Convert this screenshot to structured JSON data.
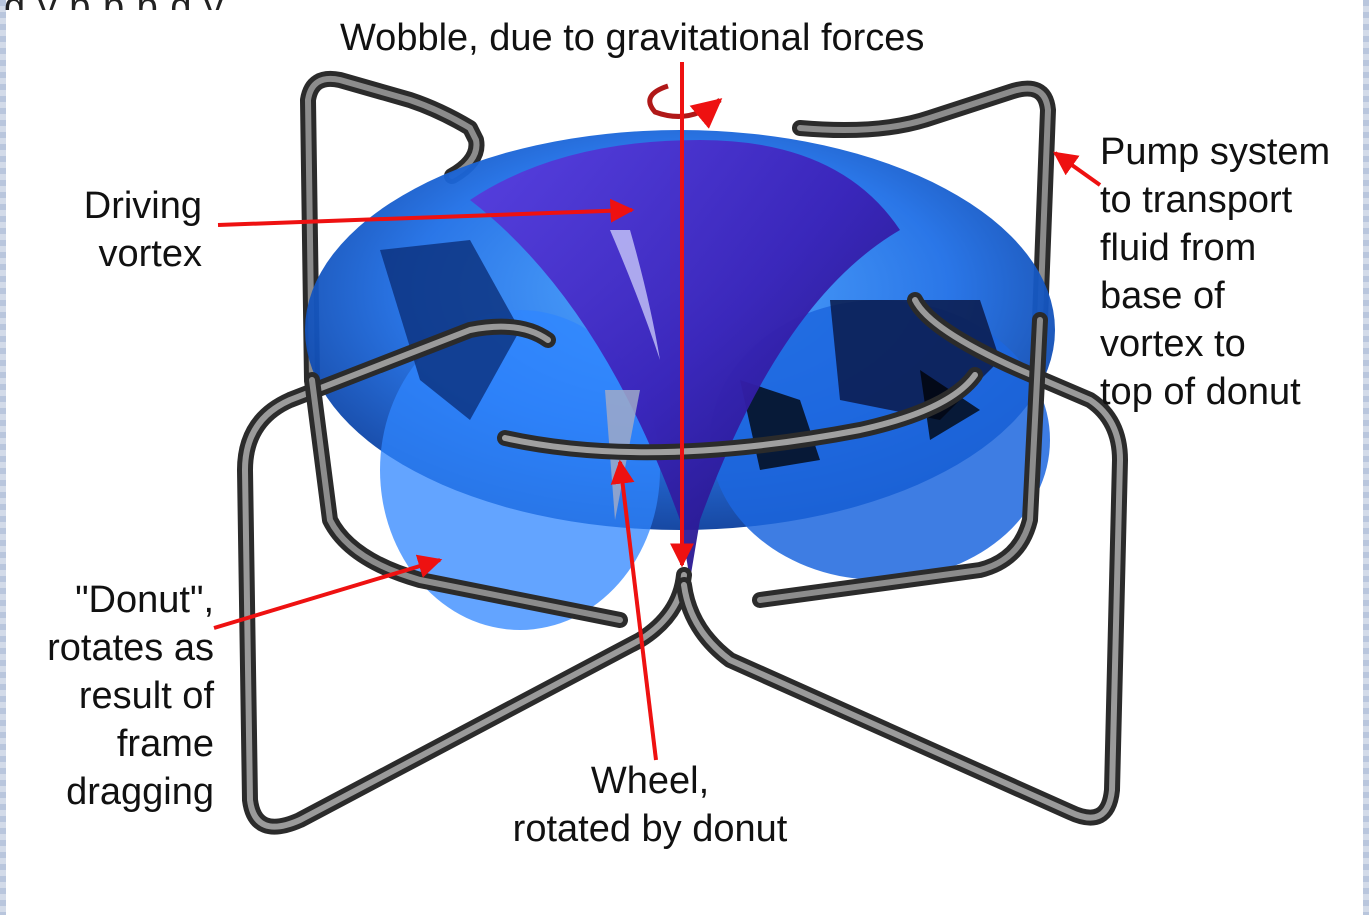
{
  "diagram": {
    "top_strip_text": "g y         p                                p                  p    g  y",
    "labels": {
      "wobble": "Wobble, due to gravitational forces",
      "driving_vortex": "Driving\nvortex",
      "pump_system": "Pump system\nto transport\nfluid from\nbase of\nvortex to\ntop of donut",
      "donut": "\"Donut\",\nrotates as\nresult of\nframe\ndragging",
      "wheel": "Wheel,\nrotated by donut"
    },
    "colors": {
      "arrow": "#ee1111",
      "donut_blue": "#1f6fe6",
      "vortex_purple": "#3a22b8",
      "frame_gray": "#7b7b7b"
    }
  }
}
